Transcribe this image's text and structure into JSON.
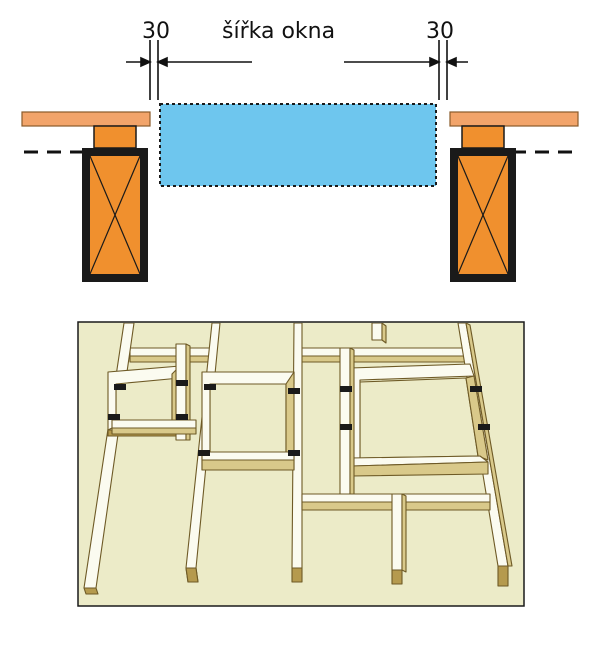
{
  "dimensions": {
    "left_gap": "30",
    "width_label": "šířka okna",
    "right_gap": "30"
  },
  "colors": {
    "batten_orange": "#f0902e",
    "board_salmon": "#f2a46a",
    "window_blue": "#6ec6ee",
    "outline_dark": "#1a1a1a",
    "panel_bg": "#ecebc8",
    "wood_face": "#fbfbf0",
    "wood_side": "#d9c98a",
    "wood_shadow": "#b59a4e"
  }
}
